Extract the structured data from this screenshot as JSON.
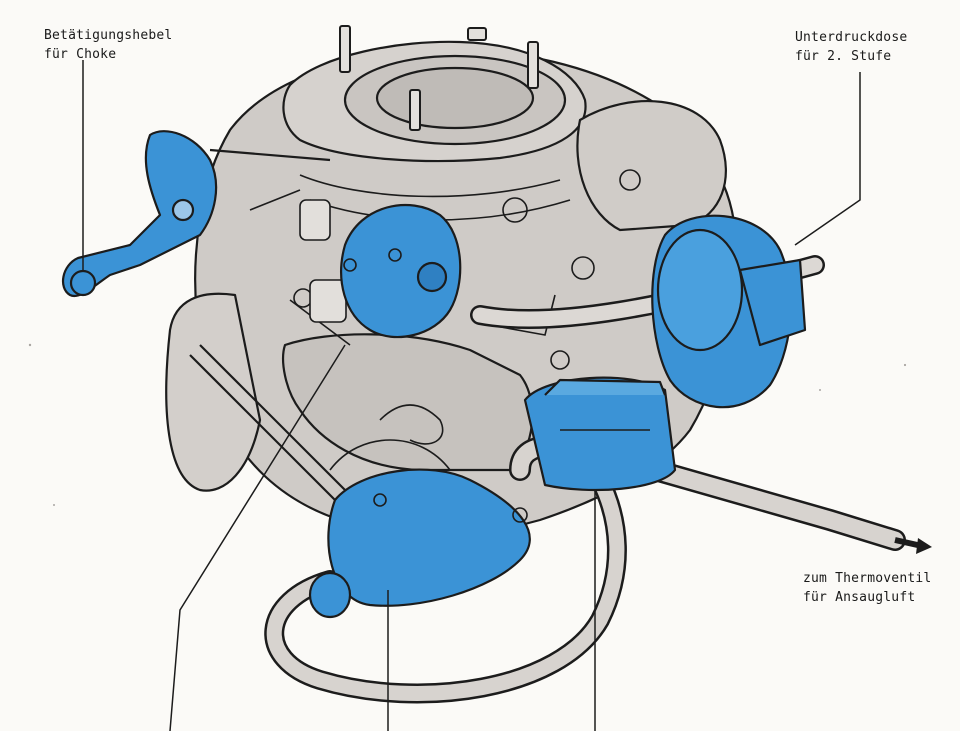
{
  "labels": {
    "choke_lever": {
      "line1": "Betätigungshebel",
      "line2": "für Choke"
    },
    "vacuum_unit": {
      "line1": "Unterdruckdose",
      "line2": "für 2. Stufe"
    },
    "thermo_valve": {
      "line1": "zum Thermoventil",
      "line2": "für Ansaugluft"
    }
  },
  "colors": {
    "highlight_blue": "#3b93d6",
    "body_grey": "#cfcbc7",
    "hose_grey": "#d7d3cf",
    "outline": "#1c1c1c",
    "paper": "#fbfaf7"
  }
}
